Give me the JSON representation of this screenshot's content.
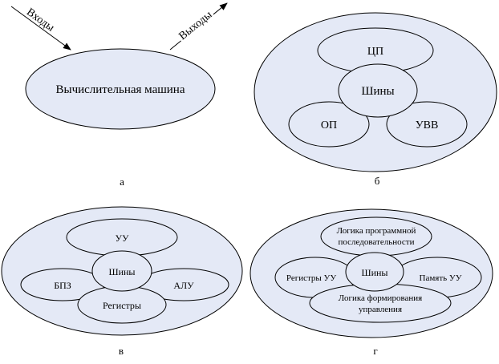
{
  "colors": {
    "fill": "#e4e9f6",
    "stroke": "#000000",
    "background": "#ffffff"
  },
  "a": {
    "inputs": "Входы",
    "outputs": "Выходы",
    "machine": "Вычислительная машина",
    "caption": "а"
  },
  "b": {
    "cpu": "ЦП",
    "bus": "Шины",
    "memory": "ОП",
    "io": "УВВ",
    "caption": "б"
  },
  "v": {
    "control": "УУ",
    "bus": "Шины",
    "bpz": "БПЗ",
    "alu": "АЛУ",
    "registers": "Регистры",
    "caption": "в"
  },
  "g": {
    "program_logic_1": "Логика программной",
    "program_logic_2": "последовательности",
    "bus": "Шины",
    "registers": "Регистры УУ",
    "memory": "Память УУ",
    "control_logic_1": "Логика формирования",
    "control_logic_2": "управления",
    "caption": "г"
  }
}
